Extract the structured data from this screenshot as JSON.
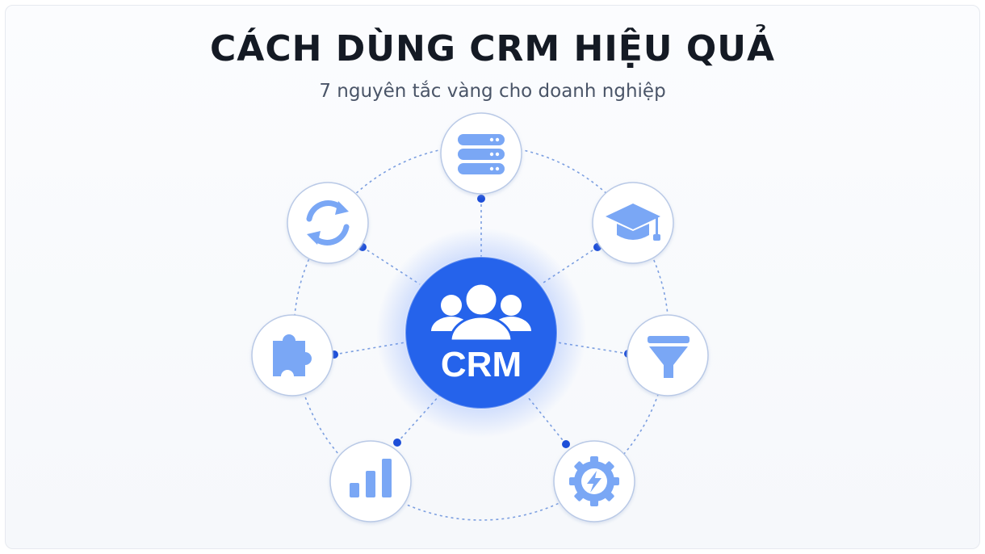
{
  "header": {
    "title": "CÁCH DÙNG CRM HIỆU QUẢ",
    "subtitle": "7 nguyên tắc vàng cho doanh nghiệp"
  },
  "hub": {
    "label": "CRM",
    "icon": "users-group-icon"
  },
  "nodes": [
    {
      "icon": "database-icon"
    },
    {
      "icon": "graduation-cap-icon"
    },
    {
      "icon": "funnel-icon"
    },
    {
      "icon": "gear-lightning-icon"
    },
    {
      "icon": "bar-chart-icon"
    },
    {
      "icon": "puzzle-piece-icon"
    },
    {
      "icon": "sync-arrows-icon"
    }
  ],
  "colors": {
    "hub_blue": "#2563eb",
    "icon_blue": "#7aa7f5",
    "ring_stroke": "#7c9fe0",
    "dot_blue": "#1d4ed8",
    "node_border": "#b9c9e6"
  }
}
